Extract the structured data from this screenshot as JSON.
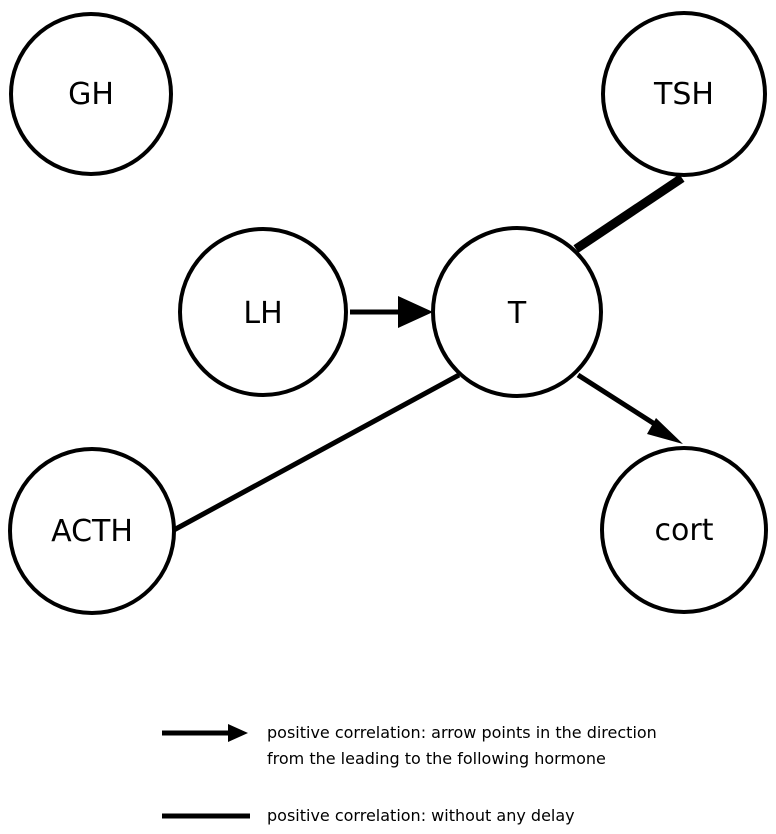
{
  "diagram": {
    "colors": {
      "stroke": "#000000",
      "fill": "#ffffff",
      "text": "#000000"
    },
    "nodes": {
      "gh": "GH",
      "tsh": "TSH",
      "lh": "LH",
      "t": "T",
      "acth": "ACTH",
      "cort": "cort"
    },
    "edges": [
      {
        "from": "LH",
        "to": "T",
        "kind": "directed"
      },
      {
        "from": "T",
        "to": "cort",
        "kind": "directed"
      },
      {
        "from": "TSH",
        "to": "T",
        "kind": "undirected"
      },
      {
        "from": "ACTH",
        "to": "T",
        "kind": "undirected"
      }
    ]
  },
  "legend": {
    "arrow_line1": "positive correlation: arrow points in the direction",
    "arrow_line2": "from the leading to the following hormone",
    "line_text": "positive correlation: without any delay"
  }
}
